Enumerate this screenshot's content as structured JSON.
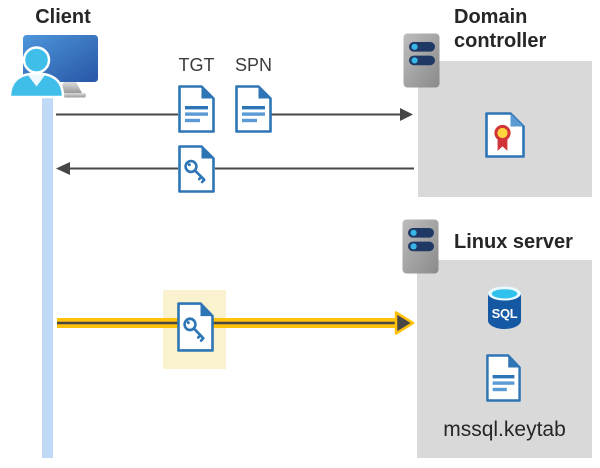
{
  "labels": {
    "client": "Client",
    "domain_controller": "Domain controller",
    "linux_server": "Linux server",
    "tgt": "TGT",
    "spn": "SPN",
    "keytab": "mssql.keytab",
    "sql": "SQL"
  },
  "icons": {
    "client": "client-user-monitor-icon",
    "servers": "server-icon",
    "tgt": "document-icon",
    "spn": "document-icon",
    "ticket_response": "key-ticket-icon",
    "ticket_auth": "key-ticket-icon",
    "certificate": "certificate-icon",
    "database": "sql-database-icon",
    "keytab": "document-icon"
  },
  "colors": {
    "doc-blue": "#2E75B6",
    "doc-blue-light": "#5B9BD5",
    "line": "#474747",
    "yellow": "#FFC10A",
    "highlight": "#FAF2CE",
    "lifeline": "#BFD9F6",
    "box-gray": "#D9D9D9",
    "server-navy": "#1F3864",
    "server-cyan": "#38B6E8",
    "person-cyan": "#3EBEE9",
    "ribbon-red": "#D13438",
    "seal-gold": "#FFD43C",
    "sql-blue": "#1558A4",
    "sql-cyan": "#30C1EC"
  }
}
